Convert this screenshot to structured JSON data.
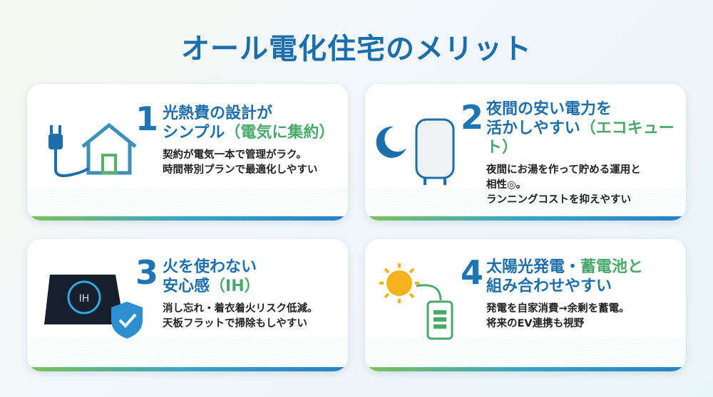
{
  "title": "オール電化住宅のメリット",
  "cards": [
    {
      "number": "1",
      "heading_line1": "光熱費の設計が",
      "heading_line2": "シンプル",
      "heading_accent": "（電気に集約）",
      "desc_lines": [
        "契約が電気一本で管理がラク。",
        "時間帯別プランで最適化しやすい"
      ]
    },
    {
      "number": "2",
      "heading_line1": "夜間の安い電力を",
      "heading_line2": "活かしやすい",
      "heading_accent": "（エコキュート）",
      "desc_lines": [
        "夜間にお湯を作って貯める運用と",
        "相性◎。",
        "ランニングコストを抑えやすい"
      ]
    },
    {
      "number": "3",
      "heading_line1": "火を使わない",
      "heading_line2": "安心感",
      "heading_accent": "（IH）",
      "desc_lines": [
        "消し忘れ・着衣着火リスク低減。",
        "天板フラットで掃除もしやすい"
      ],
      "ih_label": "IH"
    },
    {
      "number": "4",
      "heading_line1": "太陽光発電・",
      "heading_line1_accent": "蓄電池と",
      "heading_line2": "組み合わせやすい",
      "desc_lines": [
        "発電を自家消費→余剰を蓄電。",
        "将来のEV連携も視野"
      ]
    }
  ]
}
